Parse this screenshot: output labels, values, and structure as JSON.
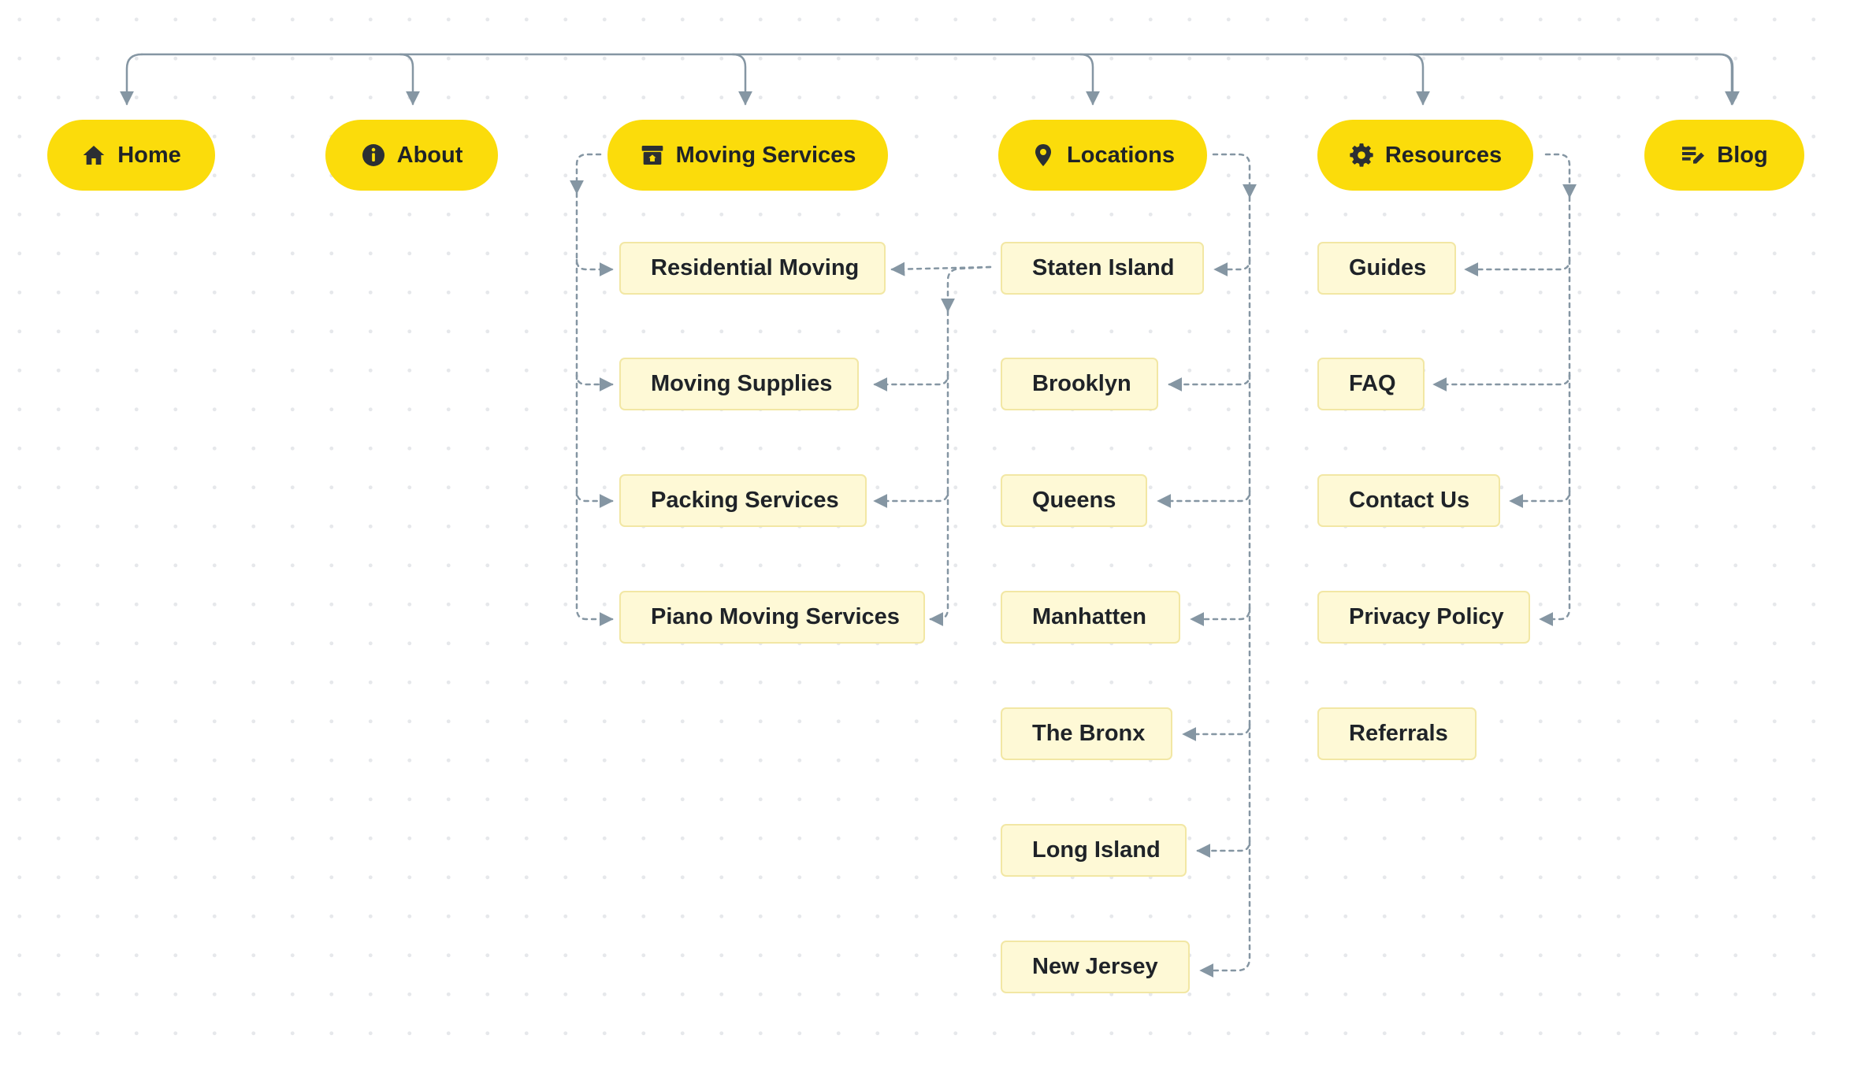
{
  "colors": {
    "pill_fill": "#fbdc0b",
    "box_fill": "#fef9d6",
    "box_border": "#f2e7a4",
    "connector": "#8596a3",
    "text": "#1f2328"
  },
  "nav": [
    {
      "label": "Home",
      "icon": "home-icon"
    },
    {
      "label": "About",
      "icon": "info-icon"
    },
    {
      "label": "Moving Services",
      "icon": "archive-box-icon"
    },
    {
      "label": "Locations",
      "icon": "map-pin-icon"
    },
    {
      "label": "Resources",
      "icon": "gear-icon"
    },
    {
      "label": "Blog",
      "icon": "edit-note-icon"
    }
  ],
  "moving_services": [
    "Residential Moving",
    "Moving Supplies",
    "Packing Services",
    "Piano Moving Services"
  ],
  "locations": [
    "Staten Island",
    "Brooklyn",
    "Queens",
    "Manhatten",
    "The Bronx",
    "Long Island",
    "New Jersey"
  ],
  "resources": [
    "Guides",
    "FAQ",
    "Contact Us",
    "Privacy Policy",
    "Referrals"
  ]
}
